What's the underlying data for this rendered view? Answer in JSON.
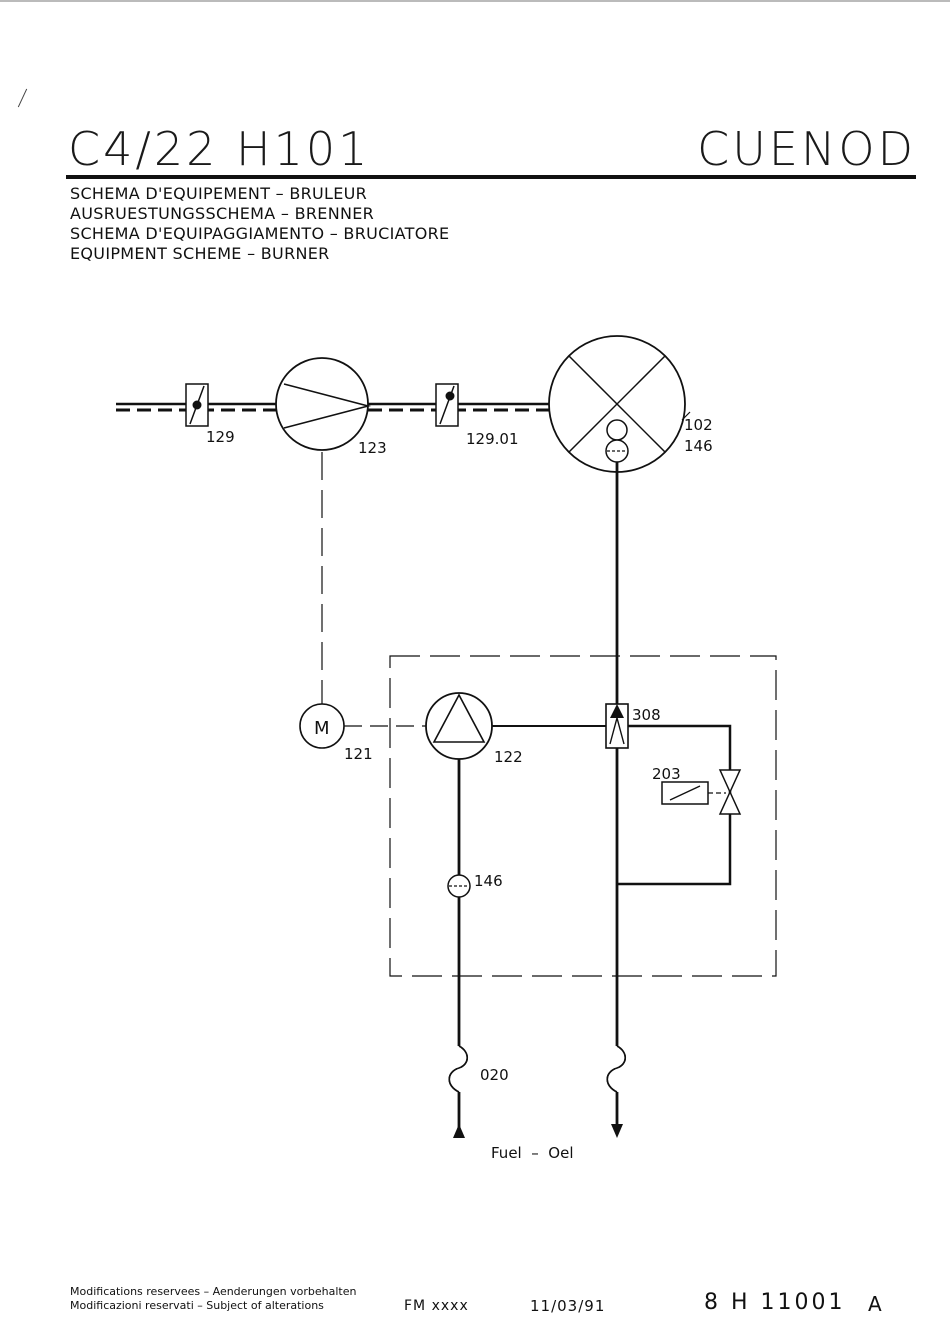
{
  "header": {
    "model": "C4/22 H101",
    "brand": "CUENOD"
  },
  "subtitles": [
    "SCHEMA D'EQUIPEMENT – BRULEUR",
    "AUSRUESTUNGSSCHEMA – BRENNER",
    "SCHEMA D'EQUIPAGGIAMENTO – BRUCIATORE",
    "EQUIPMENT SCHEME – BURNER"
  ],
  "diagram": {
    "labels": {
      "damper_in": "129",
      "fan": "123",
      "damper_out": "129.01",
      "burner_head": "102",
      "burner_nozzle": "146",
      "motor": "121",
      "motor_symbol": "M",
      "pump": "122",
      "pressure_valve": "308",
      "solenoid_valve": "203",
      "filter": "146",
      "hose": "020",
      "fuel": "Fuel  –  Oel"
    }
  },
  "footer": {
    "notes_line1": "Modifications reservees – Aenderungen vorbehalten",
    "notes_line2": "Modificazioni reservati – Subject of alterations",
    "fm": "FM xxxx",
    "date": "11/03/91",
    "doc_number": "8 H 11001",
    "revision": "A"
  }
}
